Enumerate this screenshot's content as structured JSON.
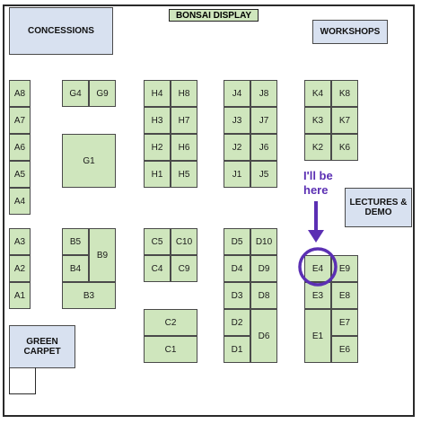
{
  "title": "BONSAI DISPLAY",
  "zones": {
    "concessions": "CONCESSIONS",
    "workshops": "WORKSHOPS",
    "lectures": "LECTURES & DEMO",
    "green_carpet": "GREEN CARPET"
  },
  "annotation": {
    "line1": "I'll be",
    "line2": "here",
    "target": "E4"
  },
  "colors": {
    "booth": "#cfe6bd",
    "zone": "#d8e1f0",
    "annotation": "#5b2fb3"
  },
  "booths": {
    "A8": "A8",
    "A7": "A7",
    "A6": "A6",
    "A5": "A5",
    "A4": "A4",
    "A3": "A3",
    "A2": "A2",
    "A1": "A1",
    "G4": "G4",
    "G9": "G9",
    "G1": "G1",
    "B5": "B5",
    "B4": "B4",
    "B9": "B9",
    "B3": "B3",
    "H4": "H4",
    "H8": "H8",
    "H3": "H3",
    "H7": "H7",
    "H2": "H2",
    "H6": "H6",
    "H1": "H1",
    "H5": "H5",
    "C5": "C5",
    "C10": "C10",
    "C4": "C4",
    "C9": "C9",
    "C2": "C2",
    "C1": "C1",
    "J4": "J4",
    "J8": "J8",
    "J3": "J3",
    "J7": "J7",
    "J2": "J2",
    "J6": "J6",
    "J1": "J1",
    "J5": "J5",
    "D5": "D5",
    "D10": "D10",
    "D4": "D4",
    "D9": "D9",
    "D3": "D3",
    "D8": "D8",
    "D2": "D2",
    "D6": "D6",
    "D1": "D1",
    "K4": "K4",
    "K8": "K8",
    "K3": "K3",
    "K7": "K7",
    "K2": "K2",
    "K6": "K6",
    "E4": "E4",
    "E9": "E9",
    "E3": "E3",
    "E8": "E8",
    "E1": "E1",
    "E7": "E7",
    "E6": "E6"
  }
}
